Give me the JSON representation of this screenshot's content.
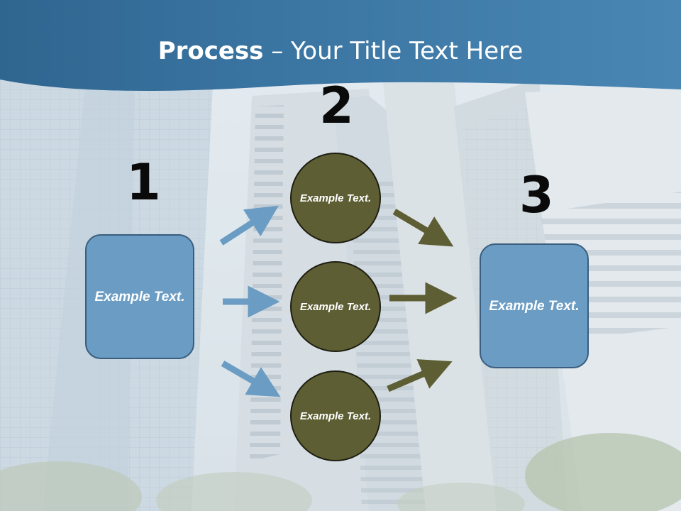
{
  "title": {
    "bold": "Process",
    "rest": " – Your Title Text Here"
  },
  "steps": {
    "one": "1",
    "two": "2",
    "three": "3"
  },
  "left_box": {
    "text": "Example Text."
  },
  "circles": [
    {
      "text": "Example Text."
    },
    {
      "text": "Example Text."
    },
    {
      "text": "Example Text."
    }
  ],
  "right_box": {
    "text": "Example Text."
  },
  "colors": {
    "header": "#3f78a4",
    "box_fill": "#6a9cc4",
    "circle_fill": "#5e5e34",
    "arrow_blue": "#6a9cc4",
    "arrow_olive": "#5e5e34"
  }
}
